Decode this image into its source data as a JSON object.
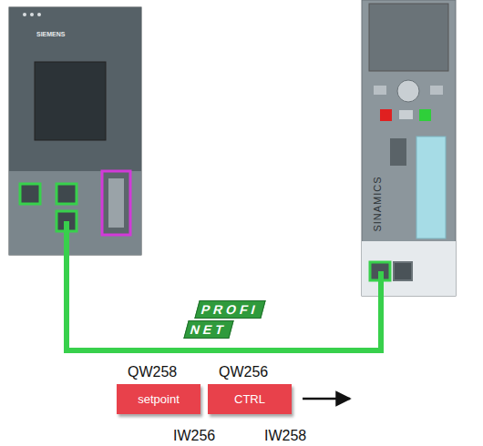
{
  "diagram": {
    "nodes": [
      {
        "text": [
          "SIEMENS"
        ]
      },
      {
        "text": [
          "SINAMICS"
        ]
      },
      {
        "text": [
          "setpoint"
        ]
      },
      {
        "text": [
          "CTRL"
        ]
      }
    ],
    "edges": [
      {
        "from": 0,
        "to": 1,
        "arrow": "none"
      }
    ],
    "labels": [
      "PROFI",
      "NET",
      "QW258",
      "QW256",
      "IW256",
      "IW258"
    ]
  }
}
